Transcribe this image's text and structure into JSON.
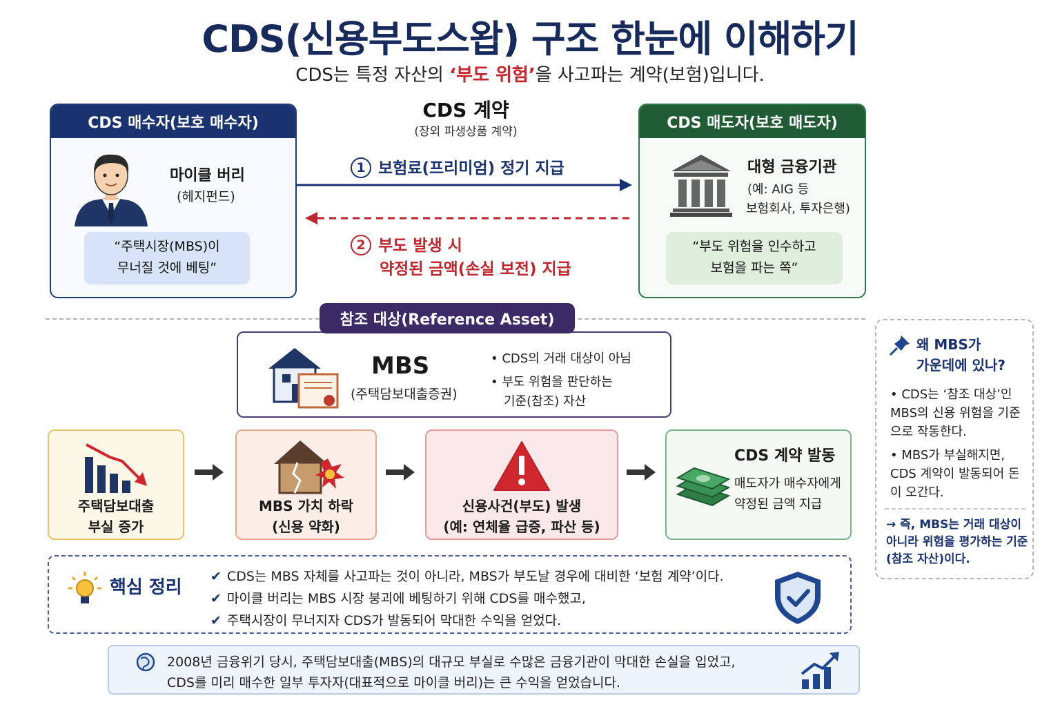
{
  "header": {
    "title": "CDS(신용부도스왑) 구조 한눈에 이해하기",
    "subtitle_before": "CDS는 특정 자산의 ",
    "subtitle_highlight": "‘부도 위험’",
    "subtitle_after": "을 사고파는 계약(보험)입니다."
  },
  "buyer": {
    "header": "CDS 매수자(보호 매수자)",
    "name": "마이클 버리",
    "role": "(헤지펀드)",
    "quote_line1": "“주택시장(MBS)이",
    "quote_line2": "무너질 것에 베팅”"
  },
  "contract": {
    "title": "CDS 계약",
    "subtitle": "(장외 파생상품 계약)",
    "step1_num": "1",
    "step1_label": "보험료(프리미엄) 정기 지급",
    "step2_num": "2",
    "step2_label_line1": "부도 발생 시",
    "step2_label_line2": "약정된 금액(손실 보전) 지급"
  },
  "seller": {
    "header": "CDS 매도자(보호 매도자)",
    "name": "대형 금융기관",
    "example_line1": "(예: AIG 등",
    "example_line2": "보험회사, 투자은행)",
    "quote_line1": "“부도 위험을 인수하고",
    "quote_line2": "보험을 파는 쪽”"
  },
  "reference": {
    "tag": "참조 대상(Reference Asset)",
    "name": "MBS",
    "full_name": "(주택담보대출증권)",
    "bullet1": "CDS의 거래 대상이 아님",
    "bullet2_line1": "부도 위험을 판단하는",
    "bullet2_line2": "기준(참조) 자산"
  },
  "flow": [
    {
      "line1": "주택담보대출",
      "line2": "부실 증가"
    },
    {
      "line1": "MBS 가치 하락",
      "line2": "(신용 약화)"
    },
    {
      "line1": "신용사건(부도) 발생",
      "line2": "(예: 연체율 급증, 파산 등)"
    },
    {
      "title": "CDS 계약 발동",
      "line1": "매도자가 매수자에게",
      "line2": "약정된 금액 지급"
    }
  ],
  "summary": {
    "title": "핵심 정리",
    "items": [
      "CDS는 MBS 자체를 사고파는 것이 아니라, MBS가 부도날 경우에 대비한 ‘보험 계약’이다.",
      "마이클 버리는 MBS 시장 붕괴에 베팅하기 위해 CDS를 매수했고,",
      "주택시장이 무너지자 CDS가 발동되어 막대한 수익을 얻었다."
    ]
  },
  "note": {
    "line1": "2008년 금융위기 당시, 주택담보대출(MBS)의 대규모 부실로 수많은 금융기관이 막대한 손실을 입었고,",
    "line2": "CDS를 미리 매수한 일부 투자자(대표적으로 마이클 버리)는 큰 수익을 얻었습니다."
  },
  "side": {
    "title_line1": "왜 MBS가",
    "title_line2": "가운데에 있나?",
    "bullet1": "CDS는 ‘참조 대상’인 MBS의 신용 위험을 기준으로 작동한다.",
    "bullet2": "MBS가 부실해지면, CDS 계약이 발동되어 돈이 오간다.",
    "conclusion": "즉, MBS는 거래 대상이 아니라 위험을 평가하는 기준(참조 자산)이다."
  },
  "colors": {
    "navy": "#1a3370",
    "green": "#1f5b35",
    "red": "#c0242c",
    "purple": "#3b2a66"
  }
}
